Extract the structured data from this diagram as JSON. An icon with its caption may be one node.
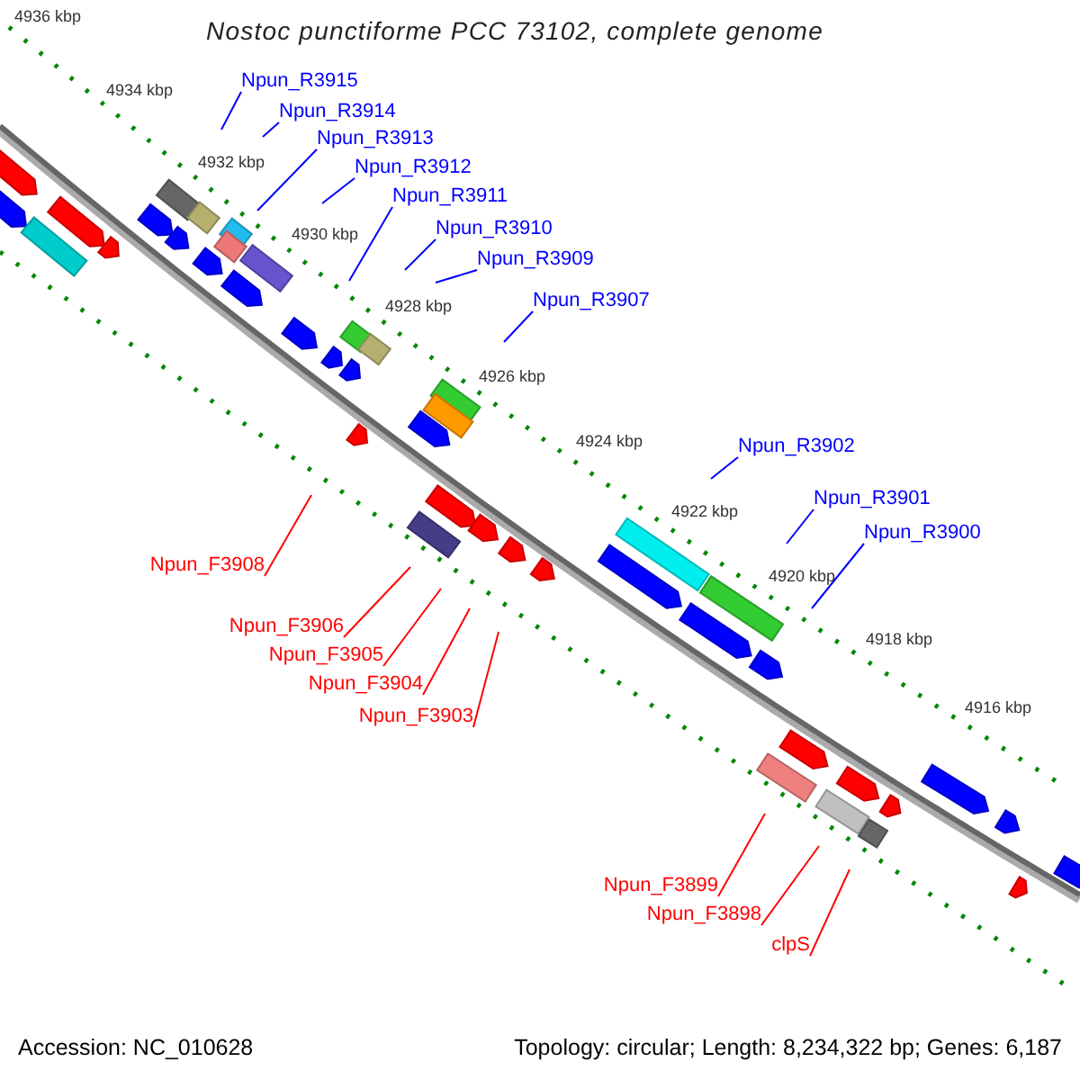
{
  "diagram": {
    "title": "Nostoc punctiforme PCC 73102, complete genome",
    "nodes": [
      {
        "text": [
          "Npun_R3915"
        ]
      },
      {
        "text": [
          "Npun_R3914"
        ]
      },
      {
        "text": [
          "Npun_R3913"
        ]
      },
      {
        "text": [
          "Npun_R3912"
        ]
      },
      {
        "text": [
          "Npun_R3911"
        ]
      },
      {
        "text": [
          "Npun_R3910"
        ]
      },
      {
        "text": [
          "Npun_R3909"
        ]
      },
      {
        "text": [
          "Npun_R3907"
        ]
      },
      {
        "text": [
          "Npun_R3902"
        ]
      },
      {
        "text": [
          "Npun_R3901"
        ]
      },
      {
        "text": [
          "Npun_R3900"
        ]
      },
      {
        "text": [
          "Npun_F3908"
        ]
      },
      {
        "text": [
          "Npun_F3906"
        ]
      },
      {
        "text": [
          "Npun_F3905"
        ]
      },
      {
        "text": [
          "Npun_F3904"
        ]
      },
      {
        "text": [
          "Npun_F3903"
        ]
      },
      {
        "text": [
          "Npun_F3899"
        ]
      },
      {
        "text": [
          "Npun_F3898"
        ]
      },
      {
        "text": [
          "clpS"
        ]
      }
    ],
    "edges": [
      {
        "from": 0,
        "to": null,
        "arrow": "none"
      },
      {
        "from": 1,
        "to": null,
        "arrow": "none"
      },
      {
        "from": 2,
        "to": null,
        "arrow": "none"
      },
      {
        "from": 3,
        "to": null,
        "arrow": "none"
      },
      {
        "from": 4,
        "to": null,
        "arrow": "none"
      },
      {
        "from": 5,
        "to": null,
        "arrow": "none"
      },
      {
        "from": 6,
        "to": null,
        "arrow": "none"
      },
      {
        "from": 7,
        "to": null,
        "arrow": "none"
      },
      {
        "from": 8,
        "to": null,
        "arrow": "none"
      },
      {
        "from": 9,
        "to": null,
        "arrow": "none"
      },
      {
        "from": 10,
        "to": null,
        "arrow": "none"
      },
      {
        "from": 11,
        "to": null,
        "arrow": "none",
        "color": "#ff0000"
      },
      {
        "from": 12,
        "to": null,
        "arrow": "none",
        "color": "#ff0000"
      },
      {
        "from": 13,
        "to": null,
        "arrow": "none",
        "color": "#ff0000"
      },
      {
        "from": 14,
        "to": null,
        "arrow": "none",
        "color": "#ff0000"
      },
      {
        "from": 15,
        "to": null,
        "arrow": "none",
        "color": "#ff0000"
      },
      {
        "from": 16,
        "to": null,
        "arrow": "none",
        "color": "#ff0000"
      },
      {
        "from": 17,
        "to": null,
        "arrow": "none",
        "color": "#ff0000"
      },
      {
        "from": 18,
        "to": null,
        "arrow": "none",
        "color": "#ff0000"
      }
    ],
    "labels": [
      "4936 kbp",
      "4934 kbp",
      "4932 kbp",
      "4930 kbp",
      "4928 kbp",
      "4926 kbp",
      "4924 kbp",
      "4922 kbp",
      "4920 kbp",
      "4918 kbp",
      "4916 kbp",
      "Accession: NC_010628",
      "Topology: circular; Length: 8,234,322 bp; Genes: 6,187"
    ]
  }
}
